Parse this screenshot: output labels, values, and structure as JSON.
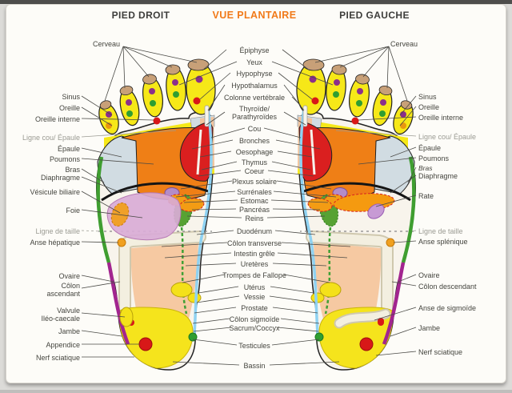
{
  "header": {
    "pied_droit": "PIED DROIT",
    "title": "VUE PLANTAIRE",
    "pied_gauche": "PIED GAUCHE",
    "title_color": "#f17a1a"
  },
  "labels": {
    "cerveau": "Cerveau",
    "left": [
      "Sinus",
      "Oreille",
      "Oreille interne",
      "Ligne cou/ Épaule",
      "Épaule",
      "Poumons",
      "Bras",
      "Diaphragme",
      "Vésicule biliaire",
      "Foie",
      "Ligne de taille",
      "Anse hépatique",
      "Ovaire",
      "Côlon\nascendant",
      "Valvule\nIléo-caecale",
      "Jambe",
      "Appendice",
      "Nerf sciatique"
    ],
    "center": [
      "Épiphyse",
      "Yeux",
      "Hypophyse",
      "Hypothalamus",
      "Colonne vertébrale",
      "Thyroïde/\nParathyroïdes",
      "Cou",
      "Bronches",
      "Oesophage",
      "Thymus",
      "Coeur",
      "Plexus solaire",
      "Surrénales",
      "Estomac",
      "Pancréas",
      "Reins",
      "Duodénum",
      "Côlon transverse",
      "Intestin grêle",
      "Uretères",
      "Trompes de Fallope",
      "Utérus",
      "Vessie",
      "Prostate",
      "Côlon sigmoïde",
      "Sacrum/Coccyx",
      "Testicules",
      "Bassin"
    ],
    "right": [
      "Sinus",
      "Oreille",
      "Oreille interne",
      "Ligne cou/ Épaule",
      "Épaule",
      "Poumons",
      "Bras",
      "Diaphragme",
      "Rate",
      "Ligne de taille",
      "Anse splénique",
      "Ovaire",
      "Côlon descendant",
      "Anse de sigmoïde",
      "Jambe",
      "Nerf sciatique"
    ]
  },
  "palette": {
    "toe_yellow": "#f6e818",
    "toe_tip_tan": "#c8a078",
    "zone_orange": "#ef7f16",
    "zone_red": "#da1f1f",
    "zone_pink": "#d9abd6",
    "zone_peach": "#f6c9a2",
    "heel_yellow": "#f5e41c",
    "edge_green": "#3f9e30",
    "edge_magenta": "#a2258f",
    "spine_blue": "#8fd2f2",
    "dot_purple": "#8b2f8b",
    "dot_green": "#2f9e32",
    "dot_red": "#d81818",
    "dot_orange": "#e8960f"
  }
}
